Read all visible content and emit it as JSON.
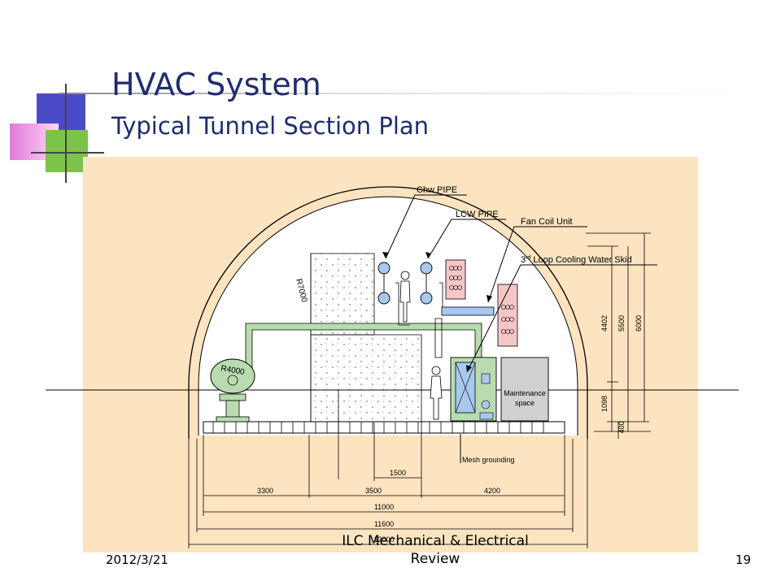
{
  "slide": {
    "title_line1": "HVAC System",
    "title_line2": "Typical Tunnel Section Plan",
    "footer_date": "2012/3/21",
    "footer_center_line1": "ILC Mechanical & Electrical",
    "footer_center_line2": "Review",
    "page_number": "19"
  },
  "diagram": {
    "labels": {
      "chw_pipe": "Chw PIPE",
      "lcw_pipe": "LCW PIPE",
      "fan_coil_unit": "Fan Coil Unit",
      "loop_skid_prefix": "3",
      "loop_skid_sup": "rd",
      "loop_skid_suffix": " Loop Cooling Water Skid",
      "r7000": "R7000",
      "r4000": "R4000",
      "maintenance_line1": "Maintenance",
      "maintenance_line2": "space",
      "mesh_grounding": "Mesh grounding"
    },
    "dimensions": {
      "d1500": "1500",
      "d3300": "3300",
      "d3500": "3500",
      "d4200": "4200",
      "d11000": "11000",
      "d11600": "11600",
      "d_bottom": "12000",
      "d4402": "4402",
      "d5500": "5500",
      "d6000": "6000",
      "d1098": "1098",
      "d400": "400"
    },
    "colors": {
      "background": "#fce4c0",
      "title": "#1f2c6e",
      "green_duct": "#b8dcb0",
      "pink_rack": "#f5c6c6",
      "blue_unit": "#a8c8ee",
      "maintenance_grey": "#d0d0d0"
    }
  }
}
